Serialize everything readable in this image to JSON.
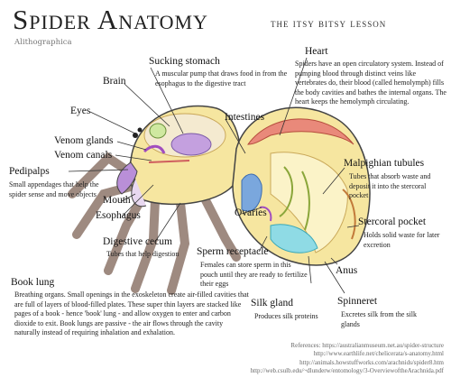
{
  "header": {
    "title": "Spider Anatomy",
    "subtitle": "the itsy bitsy lesson",
    "credit": "Alithographica"
  },
  "labels": {
    "brain": "Brain",
    "eyes": "Eyes",
    "venom_glands": "Venom glands",
    "venom_canals": "Venom canals",
    "pedipalps": "Pedipalps",
    "mouth": "Mouth",
    "esophagus": "Esophagus",
    "sucking_stomach": "Sucking stomach",
    "intestines": "Intestines",
    "heart": "Heart",
    "malpighian_tubules": "Malpighian tubules",
    "stercoral_pocket": "Stercoral pocket",
    "digestive_cecum": "Digestive cecum",
    "ovaries": "Ovaries",
    "sperm_receptacle": "Sperm receptacle",
    "anus": "Anus",
    "book_lung": "Book lung",
    "silk_gland": "Silk gland",
    "spinneret": "Spinneret"
  },
  "descriptions": {
    "pedipalps": "Small appendages that help the spider sense and move objects",
    "sucking_stomach": "A muscular pump that draws food in from the esophagus to the digestive tract",
    "heart": "Spiders have an open circulatory system. Instead of pumping blood through distinct veins like vertebrates do, their blood (called hemolymph) fills the body cavities and bathes the internal organs. The heart keeps the hemolymph circulating.",
    "malpighian_tubules": "Tubes that absorb waste and deposit it into the stercoral pocket",
    "stercoral_pocket": "Holds solid waste for later excretion",
    "digestive_cecum": "Tubes that help digestion",
    "sperm_receptacle": "Females can store sperm in this pouch until they are ready to fertilize their eggs",
    "book_lung": "Breathing organs. Small openings in the exoskeleton create air-filled cavities that are full of layers of blood-filled plates. These super thin layers are stacked like pages of a book - hence 'book' lung - and allow oxygen to enter and carbon dioxide to exit. Book lungs are passive - the air flows through the cavity naturally instead of requiring inhalation and exhalation.",
    "silk_gland": "Produces silk proteins",
    "spinneret": "Excretes silk from the silk glands"
  },
  "references": {
    "heading": "References:",
    "lines": [
      "https://australianmuseum.net.au/spider-structure",
      "http://www.earthlife.net/chelicerata/s-anatomy.html",
      "http://animals.howstuffworks.com/arachnids/spider8.htm",
      "http://web.csulb.edu/~dlunderw/entomology/3-OverviewoftheArachnida.pdf"
    ]
  },
  "colors": {
    "body_yellow": "#f6e6a0",
    "stomach_purple": "#b98fd8",
    "heart_red": "#e9897a",
    "lung_blue": "#7aa7dd",
    "silk_cyan": "#8fdbe5",
    "legs": "#9e8a80"
  }
}
